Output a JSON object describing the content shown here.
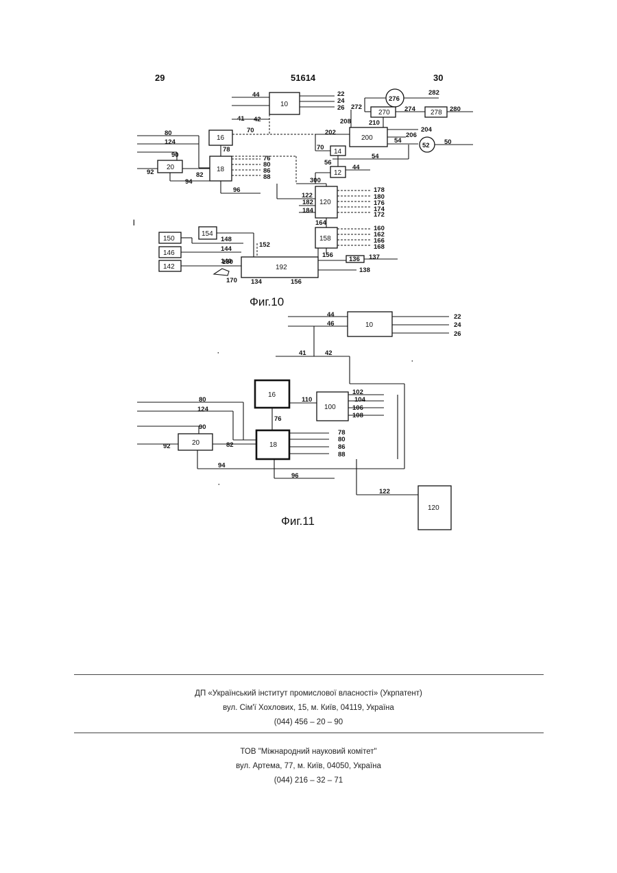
{
  "header": {
    "page_left": "29",
    "patent_number": "51614",
    "page_right": "30"
  },
  "fig10": {
    "caption": "Фиг.10",
    "blocks": {
      "b10": "10",
      "b16": "16",
      "b18": "18",
      "b20": "20",
      "b14": "14",
      "b12": "12",
      "b200": "200",
      "b270": "270",
      "b276": "276",
      "b278": "278",
      "b52": "52",
      "b120": "120",
      "b158": "158",
      "b154": "154",
      "b150": "150",
      "b146": "146",
      "b142": "142",
      "b192": "192",
      "b136": "136"
    },
    "labels": [
      "44",
      "22",
      "24",
      "26",
      "41",
      "42",
      "70",
      "80",
      "124",
      "90",
      "92",
      "94",
      "96",
      "78",
      "76",
      "80",
      "86",
      "88",
      "82",
      "282",
      "272",
      "274",
      "280",
      "276",
      "208",
      "210",
      "202",
      "204",
      "206",
      "54",
      "50",
      "70",
      "56",
      "44",
      "300",
      "178",
      "180",
      "176",
      "174",
      "172",
      "122",
      "182",
      "184",
      "164",
      "160",
      "162",
      "166",
      "168",
      "148",
      "152",
      "144",
      "140",
      "130",
      "170",
      "134",
      "156",
      "137",
      "138"
    ]
  },
  "fig11": {
    "caption": "Фиг.11",
    "blocks": {
      "b10": "10",
      "b16": "16",
      "b100": "100",
      "b18": "18",
      "b20": "20",
      "b120": "120"
    },
    "labels": [
      "44",
      "46",
      "22",
      "24",
      "26",
      "41",
      "42",
      "110",
      "102",
      "104",
      "106",
      "108",
      "80",
      "124",
      "76",
      "90",
      "92",
      "82",
      "78",
      "80",
      "86",
      "88",
      "94",
      "96",
      "122"
    ]
  },
  "footer": {
    "org1": "ДП «Український інститут промислової власності» (Укрпатент)",
    "addr1": "вул. Сім'ї Хохлових, 15, м. Київ, 04119, Україна",
    "phone1": "(044) 456 – 20 – 90",
    "org2": "ТОВ \"Міжнародний науковий комітет\"",
    "addr2": "вул. Артема, 77, м. Київ, 04050, Україна",
    "phone2": "(044) 216 – 32 – 71"
  }
}
